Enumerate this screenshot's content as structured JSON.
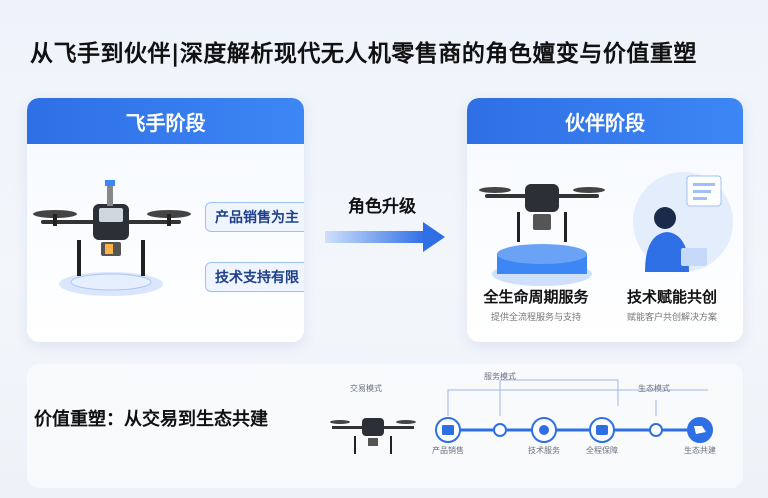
{
  "title": "从飞手到伙伴|深度解析现代无人机零售商的角色嬗变与价值重塑",
  "left_panel": {
    "heading": "飞手阶段",
    "pills": [
      "产品销售为主",
      "技术支持有限"
    ]
  },
  "transition": {
    "label": "角色升级"
  },
  "right_panel": {
    "heading": "伙伴阶段",
    "columns": [
      {
        "title": "全生命周期服务",
        "subtitle": "提供全流程服务与支持"
      },
      {
        "title": "技术赋能共创",
        "subtitle": "赋能客户共创解决方案"
      }
    ]
  },
  "bottom": {
    "title": "价值重塑：从交易到生态共建",
    "timeline": {
      "top_labels": [
        "交易模式",
        "服务模式",
        "生态模式"
      ],
      "nodes": [
        {
          "icon": "cart-icon",
          "label": "产品销售"
        },
        {
          "icon": "gear-icon",
          "label": "技术服务"
        },
        {
          "icon": "shield-icon",
          "label": "全程保障"
        },
        {
          "icon": "people-icon",
          "label": "生态共建"
        }
      ]
    }
  },
  "colors": {
    "primary": "#2f6fe6",
    "accent": "#3d86f5",
    "pill_bg": "#eef5ff"
  }
}
